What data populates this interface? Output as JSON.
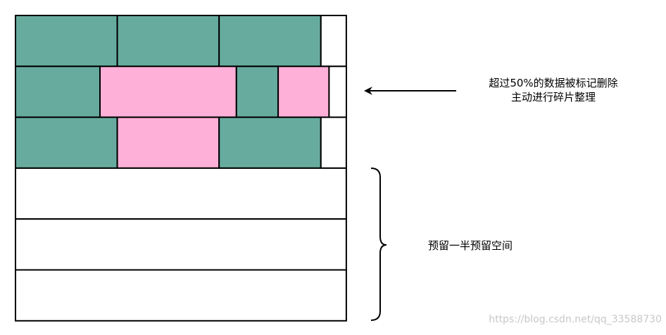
{
  "colors": {
    "used": "#67ab9f",
    "deleted": "#ffb0d9",
    "free": "#ffffff",
    "stroke": "#000000"
  },
  "rows": [
    [
      {
        "start": 0,
        "end": 1,
        "state": "used"
      },
      {
        "start": 1,
        "end": 2,
        "state": "used"
      },
      {
        "start": 2,
        "end": 3,
        "state": "used"
      },
      {
        "start": 3,
        "end": 3.25,
        "state": "free"
      }
    ],
    [
      {
        "start": 0,
        "end": 0.83,
        "state": "used"
      },
      {
        "start": 0.83,
        "end": 2.17,
        "state": "deleted"
      },
      {
        "start": 2.17,
        "end": 2.58,
        "state": "used"
      },
      {
        "start": 2.58,
        "end": 3.08,
        "state": "deleted"
      },
      {
        "start": 3.08,
        "end": 3.25,
        "state": "free"
      }
    ],
    [
      {
        "start": 0,
        "end": 1,
        "state": "used"
      },
      {
        "start": 1,
        "end": 2,
        "state": "deleted"
      },
      {
        "start": 2,
        "end": 3,
        "state": "used"
      },
      {
        "start": 3,
        "end": 3.25,
        "state": "free"
      }
    ],
    [
      {
        "start": 0,
        "end": 3.25,
        "state": "free"
      }
    ],
    [
      {
        "start": 0,
        "end": 3.25,
        "state": "free"
      }
    ],
    [
      {
        "start": 0,
        "end": 3.25,
        "state": "free"
      }
    ]
  ],
  "annotations": {
    "top_line1": "超过50%的数据被标记删除",
    "top_line2": "主动进行碎片整理",
    "reserve": "预留一半预留空间"
  },
  "watermark": "https://blog.csdn.net/qq_33588730"
}
